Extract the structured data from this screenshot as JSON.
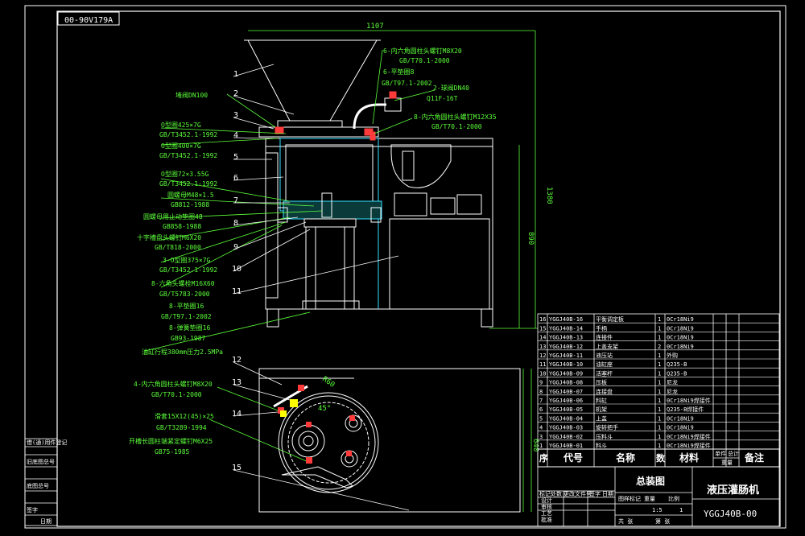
{
  "drawing_code_flipped": "00-90V179A",
  "dimensions": {
    "top_width": "1107",
    "height_total": "1380",
    "height_body": "890",
    "plan_depth": "640",
    "plan_radius": "R60",
    "plan_angle": "45°"
  },
  "balloons": [
    "1",
    "2",
    "3",
    "4",
    "5",
    "6",
    "7",
    "8",
    "9",
    "10",
    "11",
    "12",
    "13",
    "14",
    "15"
  ],
  "left_callouts": [
    {
      "name": "堵阀DN100",
      "std": ""
    },
    {
      "name": "O型圈425×7G",
      "std": "GB/T3452.1-1992"
    },
    {
      "name": "O型圈400×7G",
      "std": "GB/T3452.1-1992"
    },
    {
      "name": "O型圈72×3.55G",
      "std": "GB/T3452.1-1992"
    },
    {
      "name": "圆螺母M48×1.5",
      "std": "GB812-1988"
    },
    {
      "name": "圆螺母用止动垫圈48",
      "std": "GB858-1988"
    },
    {
      "name": "十字槽盘头螺钉M6X20",
      "std": "GB/T818-2000"
    },
    {
      "name": "3-O型圈375×7G",
      "std": "GB/T3452.1-1992"
    },
    {
      "name": "8-六角头螺栓M16X60",
      "std": "GB/T5783-2000"
    },
    {
      "name": "8-平垫圈16",
      "std": "GB/T97.1-2002"
    },
    {
      "name": "8-弹簧垫圈16",
      "std": "GB93-1987"
    }
  ],
  "bottom_left_note": "油缸行程380mm压力2.5MPa",
  "right_callouts": [
    {
      "name": "6-内六角圆柱头螺钉M8X20",
      "std": "GB/T70.1-2000"
    },
    {
      "name": "6-平垫圈8",
      "std": "GB/T97.1-2002"
    },
    {
      "name": "2-球阀DN40",
      "std": "Q11F-16T"
    },
    {
      "name": "8-内六角圆柱头螺钉M12X35",
      "std": "GB/T70.1-2000"
    }
  ],
  "plan_callouts": [
    {
      "name": "4-内六角圆柱头螺钉M8X20",
      "std": "GB/T70.1-2000"
    },
    {
      "name": "滑套15X12(45)×25",
      "std": "GB/T3289-1994"
    },
    {
      "name": "开槽长圆柱端紧定螺钉M6X25",
      "std": "GB75-1985"
    }
  ],
  "parts_list": [
    {
      "no": "16",
      "code": "YGGJ40B-16",
      "name": "平衡调定板",
      "qty": "1",
      "material": "0Cr18Ni9"
    },
    {
      "no": "15",
      "code": "YGGJ40B-14",
      "name": "手柄",
      "qty": "1",
      "material": "0Cr18Ni9"
    },
    {
      "no": "14",
      "code": "YGGJ40B-13",
      "name": "连接件",
      "qty": "1",
      "material": "0Cr18Ni9"
    },
    {
      "no": "13",
      "code": "YGGJ40B-12",
      "name": "上盖支架",
      "qty": "2",
      "material": "0Cr18Ni9"
    },
    {
      "no": "12",
      "code": "YGGJ40B-11",
      "name": "液压站",
      "qty": "1",
      "material": "外购"
    },
    {
      "no": "11",
      "code": "YGGJ40B-10",
      "name": "油缸座",
      "qty": "1",
      "material": "Q235-B"
    },
    {
      "no": "10",
      "code": "YGGJ40B-09",
      "name": "活塞杆",
      "qty": "1",
      "material": "Q235-B"
    },
    {
      "no": "9",
      "code": "YGGJ40B-08",
      "name": "压板",
      "qty": "1",
      "material": "尼龙"
    },
    {
      "no": "8",
      "code": "YGGJ40B-07",
      "name": "连接盘",
      "qty": "1",
      "material": "尼龙"
    },
    {
      "no": "7",
      "code": "YGGJ40B-06",
      "name": "料缸",
      "qty": "1",
      "material": "0Cr18Ni9焊接件"
    },
    {
      "no": "6",
      "code": "YGGJ40B-05",
      "name": "机架",
      "qty": "1",
      "material": "Q235-B焊接件"
    },
    {
      "no": "5",
      "code": "YGGJ40B-04",
      "name": "上盖",
      "qty": "1",
      "material": "0Cr18Ni9"
    },
    {
      "no": "4",
      "code": "YGGJ40B-03",
      "name": "旋转把手",
      "qty": "1",
      "material": "0Cr18Ni9"
    },
    {
      "no": "3",
      "code": "YGGJ40B-02",
      "name": "压料斗",
      "qty": "1",
      "material": "0Cr18Ni9焊接件"
    },
    {
      "no": "1",
      "code": "YGGJ40B-01",
      "name": "料斗",
      "qty": "1",
      "material": "0Cr18Ni9焊接件"
    }
  ],
  "table_header": {
    "seq": "序",
    "code": "代号",
    "name": "名称",
    "qty": "数",
    "material": "材料",
    "weight1": "单件",
    "weight2": "总计",
    "weight_label": "重量",
    "remark": "备注"
  },
  "title_block": {
    "drawing_name": "总装图",
    "product_name": "液压灌肠机",
    "drawing_no": "YGGJ40B-00",
    "scale": "1:5",
    "sheet": "1",
    "row_labels": [
      "标记",
      "处数",
      "更改文件号",
      "签字",
      "日期"
    ],
    "role_labels": [
      "设计",
      "审核",
      "工艺",
      "批准"
    ],
    "mid_labels": [
      "图样标记",
      "重量",
      "比例",
      "共 张",
      "第 张"
    ]
  },
  "side_table": [
    "借(通)用件登记",
    "旧底图总号",
    "底图总号",
    "签字",
    "日期"
  ],
  "colors": {
    "line": "#ffffff",
    "dim": "#5cff3a",
    "leader": "#5cff3a",
    "highlight": "#ff3a3a",
    "part": "#ffff00",
    "cyan": "#35e0ff"
  }
}
